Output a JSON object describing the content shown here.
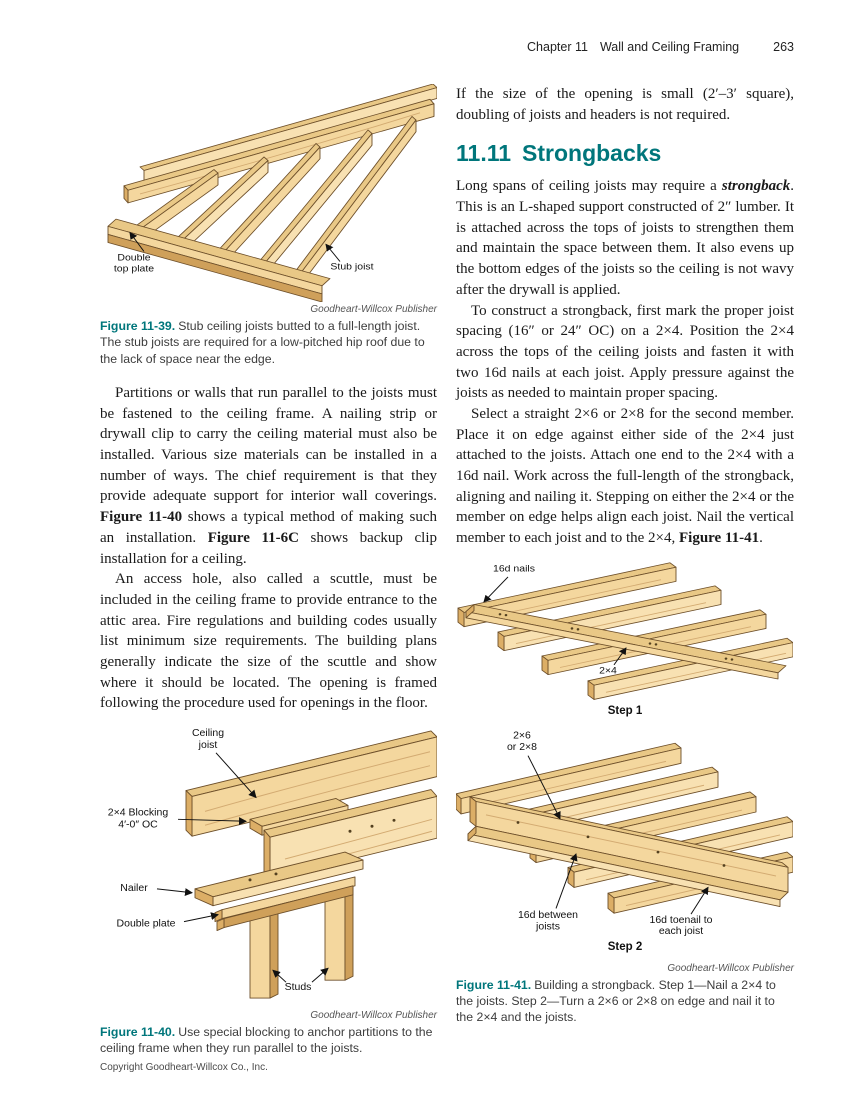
{
  "header": {
    "chapter": "Chapter 11",
    "title": "Wall and Ceiling Framing",
    "page_number": "263"
  },
  "colors": {
    "accent": "#00767b",
    "wood": "#f4d79e"
  },
  "copyright": "Copyright Goodheart-Willcox Co., Inc.",
  "left": {
    "fig39": {
      "labels": {
        "double_top_plate": [
          "Double",
          "top plate"
        ],
        "stub_joist": "Stub joist"
      },
      "credit": "Goodheart-Willcox Publisher",
      "caption_lead": "Figure 11-39.",
      "caption_rest": "Stub ceiling joists butted to a full-length joist. The stub joists are required for a low-pitched hip roof due to the lack of space near the edge."
    },
    "para1_runs": [
      {
        "t": "Partitions or walls that run parallel to the joists must be fastened to the ceiling frame. A nailing strip or drywall clip to carry the ceiling material must also be installed. Various size materials can be installed in a number of ways. The chief requirement is that they provide adequate support for interior wall coverings. "
      },
      {
        "t": "Figure 11-40",
        "b": true
      },
      {
        "t": " shows a typical method of making such an installation. "
      },
      {
        "t": "Figure 11-6C",
        "b": true
      },
      {
        "t": " shows backup clip installation for a ceiling."
      }
    ],
    "para2": "An access hole, also called a scuttle, must be included in the ceiling frame to provide entrance to the attic area. Fire regulations and building codes usually list minimum size requirements. The building plans generally indicate the size of the scuttle and show where it should be located. The opening is framed following the procedure used for openings in the floor.",
    "fig40": {
      "labels": {
        "ceiling_joist": [
          "Ceiling",
          "joist"
        ],
        "blocking": [
          "2×4 Blocking",
          "4′-0″ OC"
        ],
        "nailer": "Nailer",
        "double_plate": "Double plate",
        "studs": "Studs"
      },
      "credit": "Goodheart-Willcox Publisher",
      "caption_lead": "Figure 11-40.",
      "caption_rest": "Use special blocking to anchor partitions to the ceiling frame when they run parallel to the joists."
    }
  },
  "right": {
    "intro": "If the size of the opening is small (2′–3′ square), doubling of joists and headers is not required.",
    "section_number": "11.11",
    "section_title": "Strongbacks",
    "para1_runs": [
      {
        "t": "Long spans of ceiling joists may require a "
      },
      {
        "t": "strongback",
        "b": true,
        "i": true
      },
      {
        "t": ". This is an L-shaped support constructed of 2″ lumber. It is attached across the tops of joists to strengthen them and maintain the space between them. It also evens up the bottom edges of the joists so the ceiling is not wavy after the drywall is applied."
      }
    ],
    "para2": "To construct a strongback, first mark the proper joist spacing (16″ or 24″ OC) on a 2×4. Position the 2×4 across the tops of the ceiling joists and fasten it with two 16d nails at each joist. Apply pressure against the joists as needed to maintain proper spacing.",
    "para3_runs": [
      {
        "t": "Select a straight 2×6 or 2×8 for the second member. Place it on edge against either side of the 2×4 just attached to the joists. Attach one end to the 2×4 with a 16d nail. Work across the full-length of the strongback, aligning and nailing it. Stepping on either the 2×4 or the member on edge helps align each joist. Nail the vertical member to each joist and to the 2×4, "
      },
      {
        "t": "Figure 11-41",
        "b": true
      },
      {
        "t": "."
      }
    ],
    "fig41": {
      "labels": {
        "nails_16d": "16d nails",
        "two_by_four": "2×4",
        "step1": "Step 1",
        "member": [
          "2×6",
          "or 2×8"
        ],
        "between": [
          "16d between",
          "joists"
        ],
        "toenail": [
          "16d toenail to",
          "each joist"
        ],
        "step2": "Step 2"
      },
      "credit": "Goodheart-Willcox Publisher",
      "caption_lead": "Figure 11-41.",
      "caption_rest": "Building a strongback. Step 1—Nail a 2×4 to the joists. Step 2—Turn a 2×6 or 2×8 on edge and nail it to the 2×4 and the joists."
    }
  }
}
